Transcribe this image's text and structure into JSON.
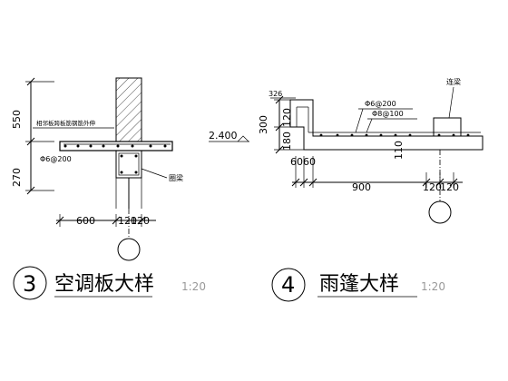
{
  "detail_left": {
    "number": "3",
    "title": "空调板大样",
    "scale": "1:20",
    "dims": {
      "v_upper": "550",
      "v_lower": "270",
      "h_left": "600",
      "h_right": "120",
      "h_right2": "120"
    },
    "labels": {
      "slab_note": "相邻板跨板筋钢筋外伸",
      "rebar": "Φ6@200",
      "ring_beam": "圈梁"
    }
  },
  "detail_right": {
    "number": "4",
    "title": "雨篷大样",
    "scale": "1:20",
    "dims": {
      "top_326": "326",
      "v_300": "300",
      "v_180": "180",
      "v_120": "120",
      "elev": "2.400",
      "v_110": "110",
      "h_60a": "60",
      "h_60b": "60",
      "h_900": "900",
      "h_120a": "120",
      "h_120b": "120"
    },
    "labels": {
      "rebar1": "Φ6@200",
      "rebar2": "Φ8@100",
      "beam": "连梁"
    }
  }
}
